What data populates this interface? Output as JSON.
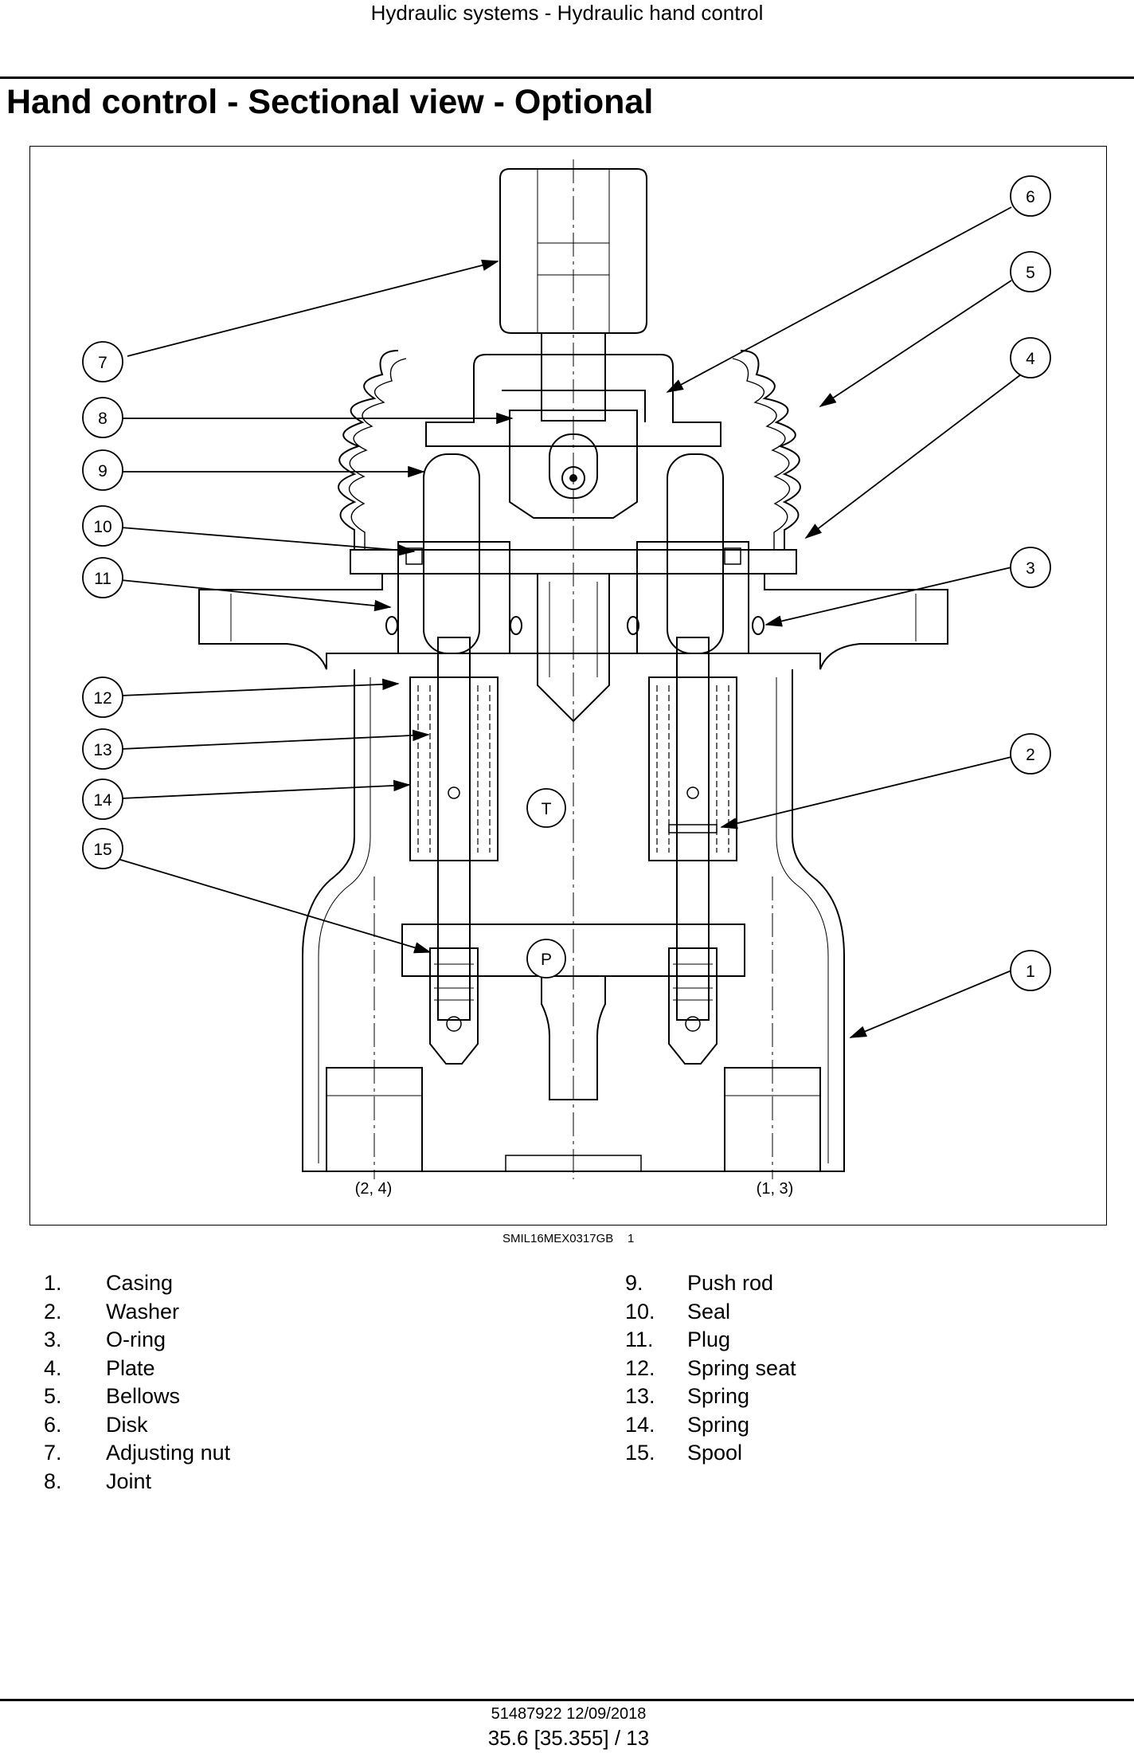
{
  "header": {
    "running_title": "Hydraulic systems - Hydraulic hand control"
  },
  "page_title": "Hand control - Sectional view - Optional",
  "figure": {
    "callouts": [
      "1",
      "2",
      "3",
      "4",
      "5",
      "6",
      "7",
      "8",
      "9",
      "10",
      "11",
      "12",
      "13",
      "14",
      "15"
    ],
    "port_labels": {
      "tank": "T",
      "pressure": "P"
    },
    "section_labels": {
      "left": "(2, 4)",
      "right": "(1, 3)"
    },
    "code": "SMIL16MEX0317GB",
    "number": "1"
  },
  "legend": {
    "left": [
      {
        "num": "1.",
        "label": "Casing"
      },
      {
        "num": "2.",
        "label": "Washer"
      },
      {
        "num": "3.",
        "label": "O-ring"
      },
      {
        "num": "4.",
        "label": "Plate"
      },
      {
        "num": "5.",
        "label": "Bellows"
      },
      {
        "num": "6.",
        "label": "Disk"
      },
      {
        "num": "7.",
        "label": "Adjusting nut"
      },
      {
        "num": "8.",
        "label": "Joint"
      }
    ],
    "right": [
      {
        "num": "9.",
        "label": "Push rod"
      },
      {
        "num": "10.",
        "label": "Seal"
      },
      {
        "num": "11.",
        "label": "Plug"
      },
      {
        "num": "12.",
        "label": "Spring seat"
      },
      {
        "num": "13.",
        "label": "Spring"
      },
      {
        "num": "14.",
        "label": "Spring"
      },
      {
        "num": "15.",
        "label": "Spool"
      }
    ]
  },
  "footer": {
    "doc_ref": "51487922 12/09/2018",
    "page_ref": "35.6 [35.355] / 13"
  }
}
